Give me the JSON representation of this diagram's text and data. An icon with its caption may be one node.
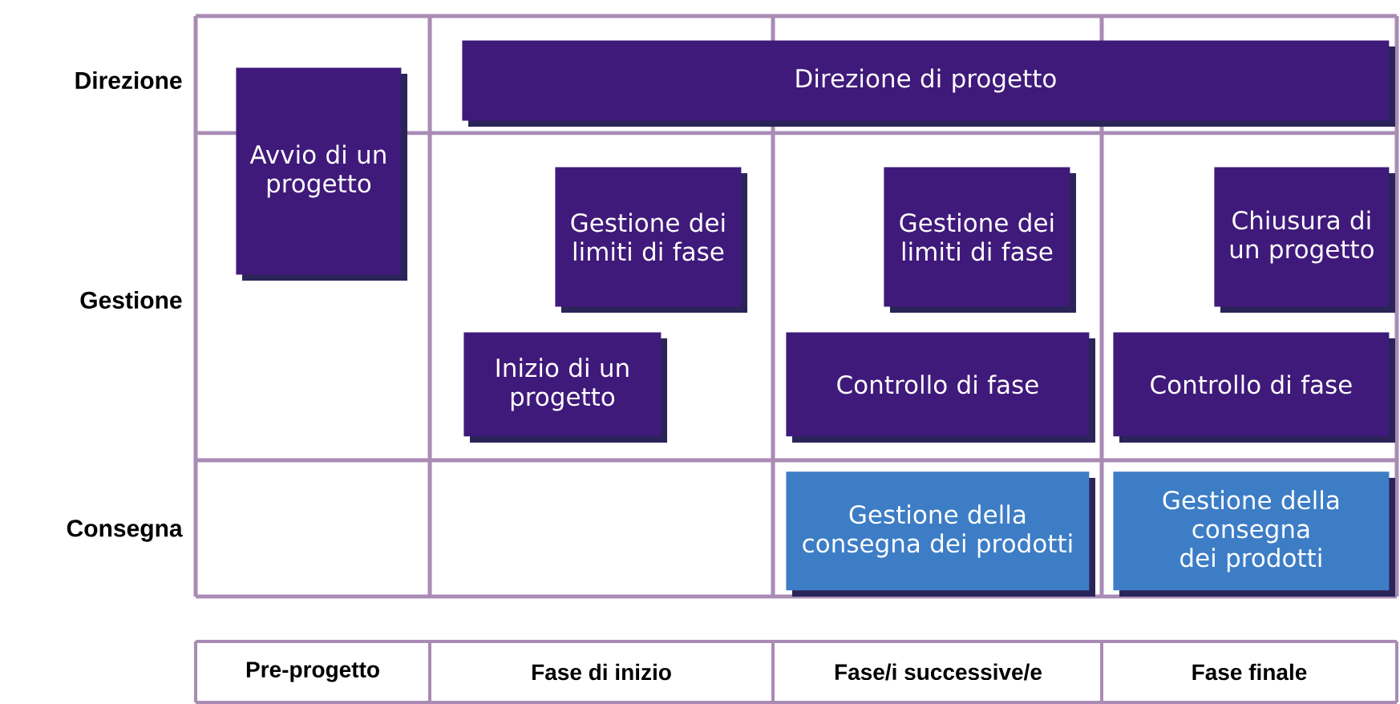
{
  "diagram": {
    "nodes": [
      {
        "text": [
          "Direzione di progetto"
        ]
      },
      {
        "text": [
          "Avvio di un progetto"
        ]
      },
      {
        "text": [
          "Gestione dei limiti di fase"
        ]
      },
      {
        "text": [
          "Inizio di un progetto"
        ]
      },
      {
        "text": [
          "Gestione dei limiti di fase"
        ]
      },
      {
        "text": [
          "Controllo di fase"
        ]
      },
      {
        "text": [
          "Chiusura di un progetto"
        ]
      },
      {
        "text": [
          "Controllo di fase"
        ]
      },
      {
        "text": [
          "Gestione della consegna dei prodotti"
        ]
      },
      {
        "text": [
          "Gestione della consegna dei prodotti"
        ]
      }
    ],
    "labels": [
      "Direzione",
      "Gestione",
      "Consegna",
      "Pre-progetto",
      "Fase di inizio",
      "Fase/i successive/e",
      "Fase finale"
    ]
  }
}
